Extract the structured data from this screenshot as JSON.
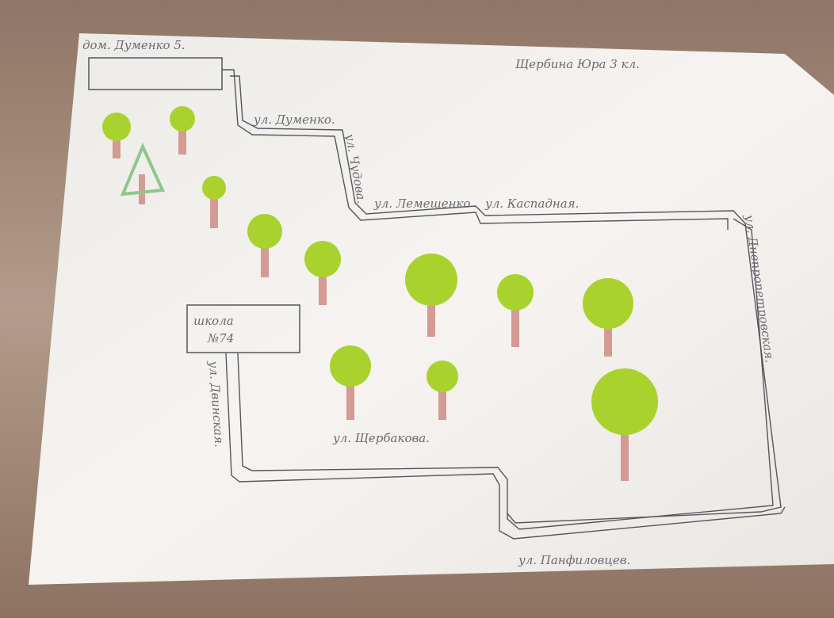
{
  "paper": {
    "author": "Щербина Юра 3 кл.",
    "home_label": "дом. Думенко 5.",
    "school_label_line1": "школа",
    "school_label_line2": "№74"
  },
  "streets": [
    "ул. Думенко.",
    "ул. Чудова.",
    "ул. Лемешенко",
    "ул. Каспадная.",
    "ул. Днепропетровская.",
    "ул. Двинская.",
    "ул. Щербакова.",
    "ул. Панфиловцев."
  ],
  "colors": {
    "table": "#a58c78",
    "paper": "#f4f1ee",
    "foliage": "#a9d22e",
    "trunk": "#d49a94",
    "fir": "#8fc78a",
    "pencil": "#55555c"
  }
}
